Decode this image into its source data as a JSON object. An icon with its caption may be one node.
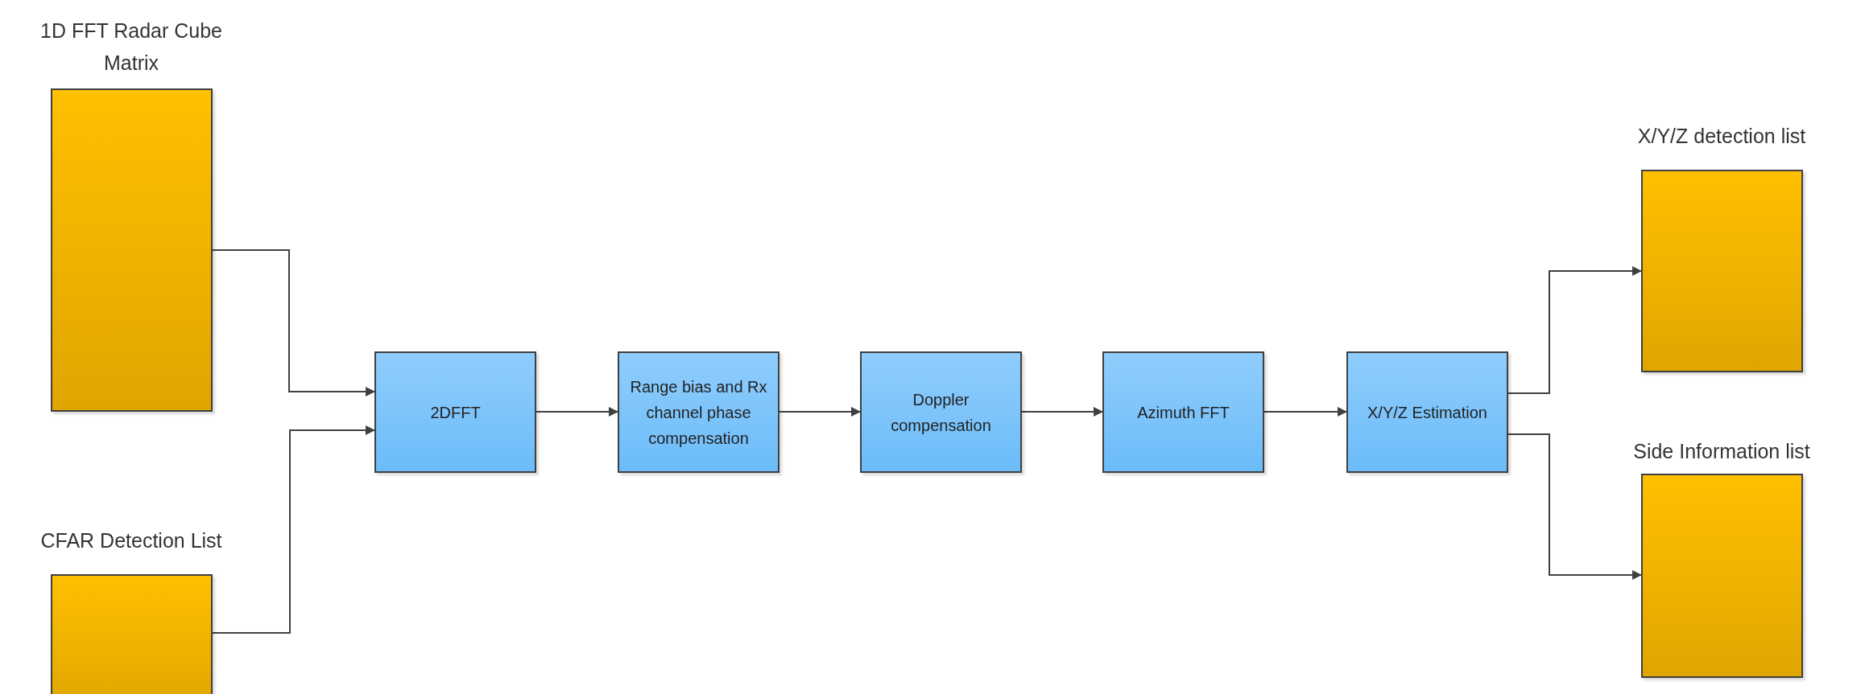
{
  "diagram": {
    "nodes": [
      {
        "text": [
          "1D FFT Radar Cube Matrix"
        ]
      },
      {
        "text": [
          "CFAR Detection List"
        ]
      },
      {
        "text": [
          "2DFFT"
        ]
      },
      {
        "text": [
          "Range bias and Rx channel phase compensation"
        ]
      },
      {
        "text": [
          "Doppler compensation"
        ]
      },
      {
        "text": [
          "Azimuth FFT"
        ]
      },
      {
        "text": [
          "X/Y/Z Estimation"
        ]
      },
      {
        "text": [
          "X/Y/Z detection list"
        ]
      },
      {
        "text": [
          "Side Information list"
        ]
      }
    ],
    "edges": [
      {
        "from": 0,
        "to": 2,
        "arrow": "to"
      },
      {
        "from": 1,
        "to": 2,
        "arrow": "to"
      },
      {
        "from": 2,
        "to": 3,
        "arrow": "to"
      },
      {
        "from": 3,
        "to": 4,
        "arrow": "to"
      },
      {
        "from": 4,
        "to": 5,
        "arrow": "to"
      },
      {
        "from": 5,
        "to": 6,
        "arrow": "to"
      },
      {
        "from": 6,
        "to": 7,
        "arrow": "to"
      },
      {
        "from": 6,
        "to": 8,
        "arrow": "to"
      }
    ]
  }
}
